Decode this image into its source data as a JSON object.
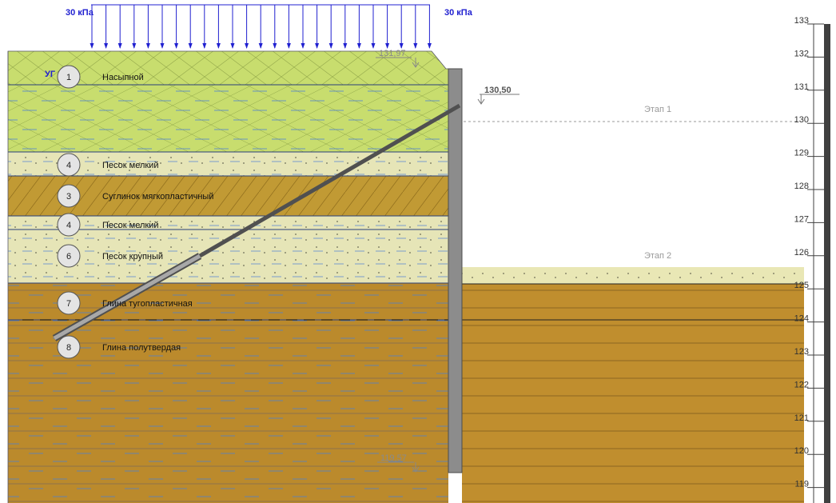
{
  "load": {
    "left_label": "30 кПа",
    "right_label": "30 кПа"
  },
  "levels": {
    "ground_top": "131,97",
    "anchor_head": "130,50",
    "wall_bottom": "119,57",
    "ug_label": "УГ"
  },
  "stages": [
    "Этап 1",
    "Этап 2"
  ],
  "layers": [
    {
      "num": "1",
      "name": "Насыпной"
    },
    {
      "num": "4",
      "name": "Песок мелкий"
    },
    {
      "num": "3",
      "name": "Суглинок мягкопластичный"
    },
    {
      "num": "4",
      "name": "Песок мелкий"
    },
    {
      "num": "6",
      "name": "Песок крупный"
    },
    {
      "num": "7",
      "name": "Глина тугопластичная"
    },
    {
      "num": "8",
      "name": "Глина полутвердая"
    }
  ],
  "axis": {
    "ticks": [
      "133",
      "132",
      "131",
      "130",
      "129",
      "128",
      "127",
      "126",
      "125",
      "124",
      "123",
      "122",
      "121",
      "120",
      "119"
    ]
  },
  "colors": {
    "fill": "#c8dd6e",
    "sand": "#e6e5b7",
    "loam": "#c19a34",
    "clay": "#bb8a2c",
    "water_line": "#3a6fd6",
    "load_arrow": "#2020d0",
    "wall": "#8c8c8c"
  }
}
